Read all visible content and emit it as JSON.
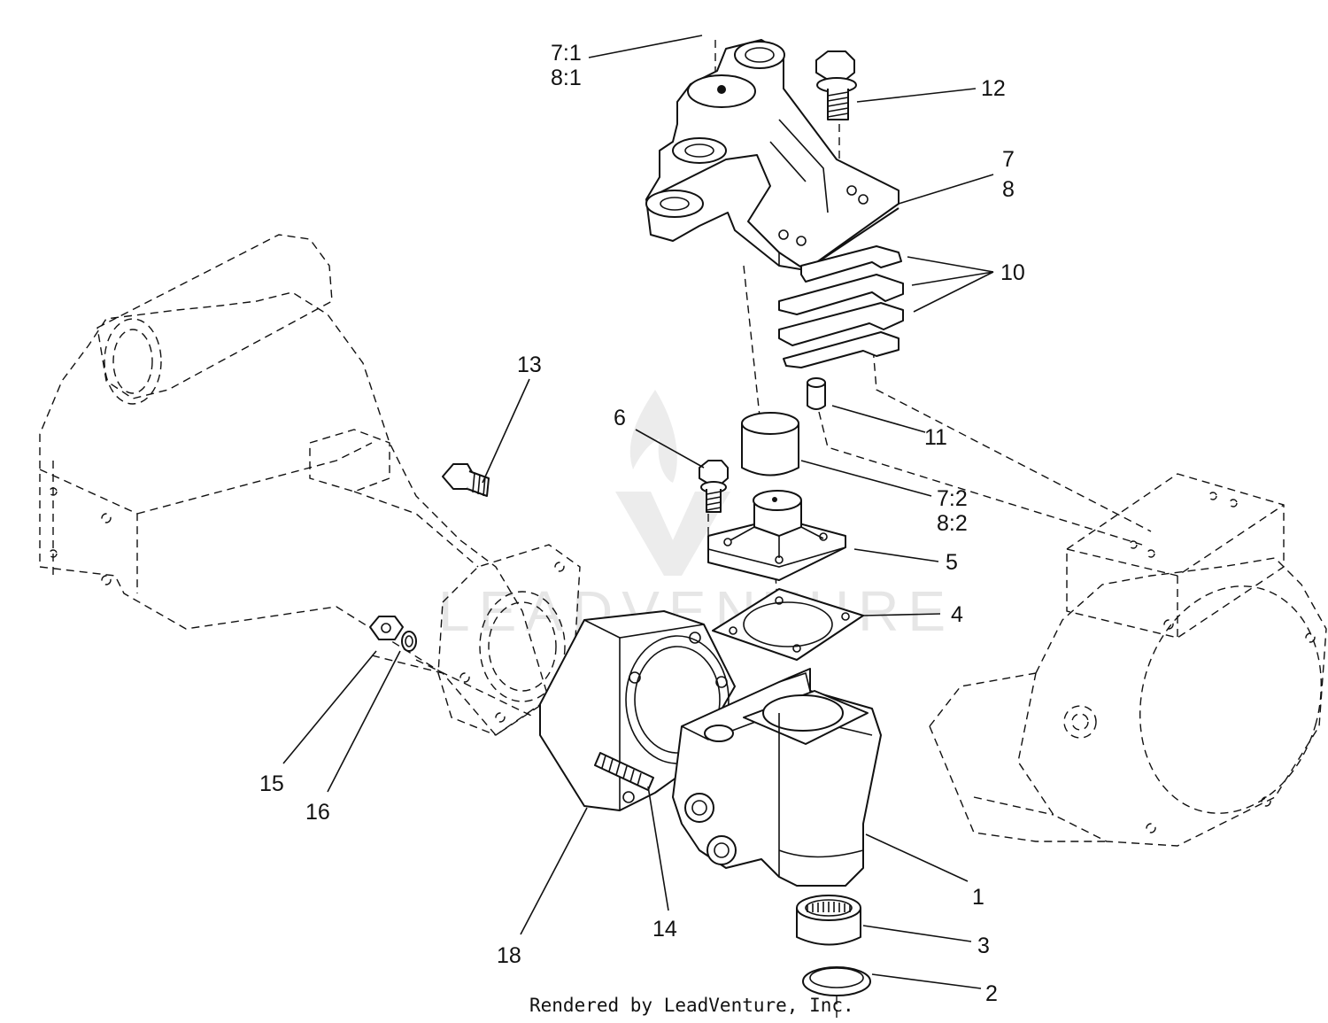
{
  "callouts": [
    {
      "id": "7-1",
      "lines": [
        "7:1",
        "8:1"
      ]
    },
    {
      "id": "12",
      "lines": [
        "12"
      ]
    },
    {
      "id": "7",
      "lines": [
        "7",
        "8"
      ]
    },
    {
      "id": "10",
      "lines": [
        "10"
      ]
    },
    {
      "id": "13",
      "lines": [
        "13"
      ]
    },
    {
      "id": "6",
      "lines": [
        "6"
      ]
    },
    {
      "id": "11",
      "lines": [
        "11"
      ]
    },
    {
      "id": "7-2",
      "lines": [
        "7:2",
        "8:2"
      ]
    },
    {
      "id": "5",
      "lines": [
        "5"
      ]
    },
    {
      "id": "4",
      "lines": [
        "4"
      ]
    },
    {
      "id": "15",
      "lines": [
        "15"
      ]
    },
    {
      "id": "16",
      "lines": [
        "16"
      ]
    },
    {
      "id": "1",
      "lines": [
        "1"
      ]
    },
    {
      "id": "3",
      "lines": [
        "3"
      ]
    },
    {
      "id": "18",
      "lines": [
        "18"
      ]
    },
    {
      "id": "14",
      "lines": [
        "14"
      ]
    },
    {
      "id": "2",
      "lines": [
        "2"
      ]
    }
  ],
  "watermark": "LEADVENTURE",
  "footer": "Rendered by LeadVenture, Inc."
}
